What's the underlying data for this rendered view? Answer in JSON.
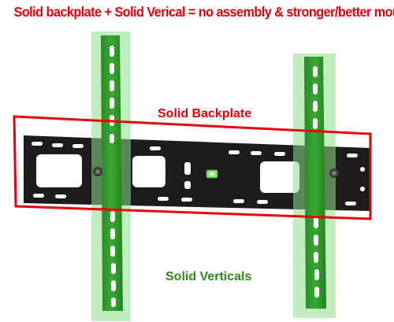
{
  "image": {
    "headline": "Solid backplate + Solid Verical = no assembly & stronger/better mount",
    "backplate_label": "Solid Backplate",
    "verticals_label": "Solid Verticals"
  },
  "colors": {
    "headline": "#e8000b",
    "backplate_outline": "#e8000b",
    "plate_black": "#1c1c1c",
    "vertical_green": "#2f9a2a",
    "highlight_green": "#8fe08a",
    "verticals_label": "#2f8a1f"
  }
}
